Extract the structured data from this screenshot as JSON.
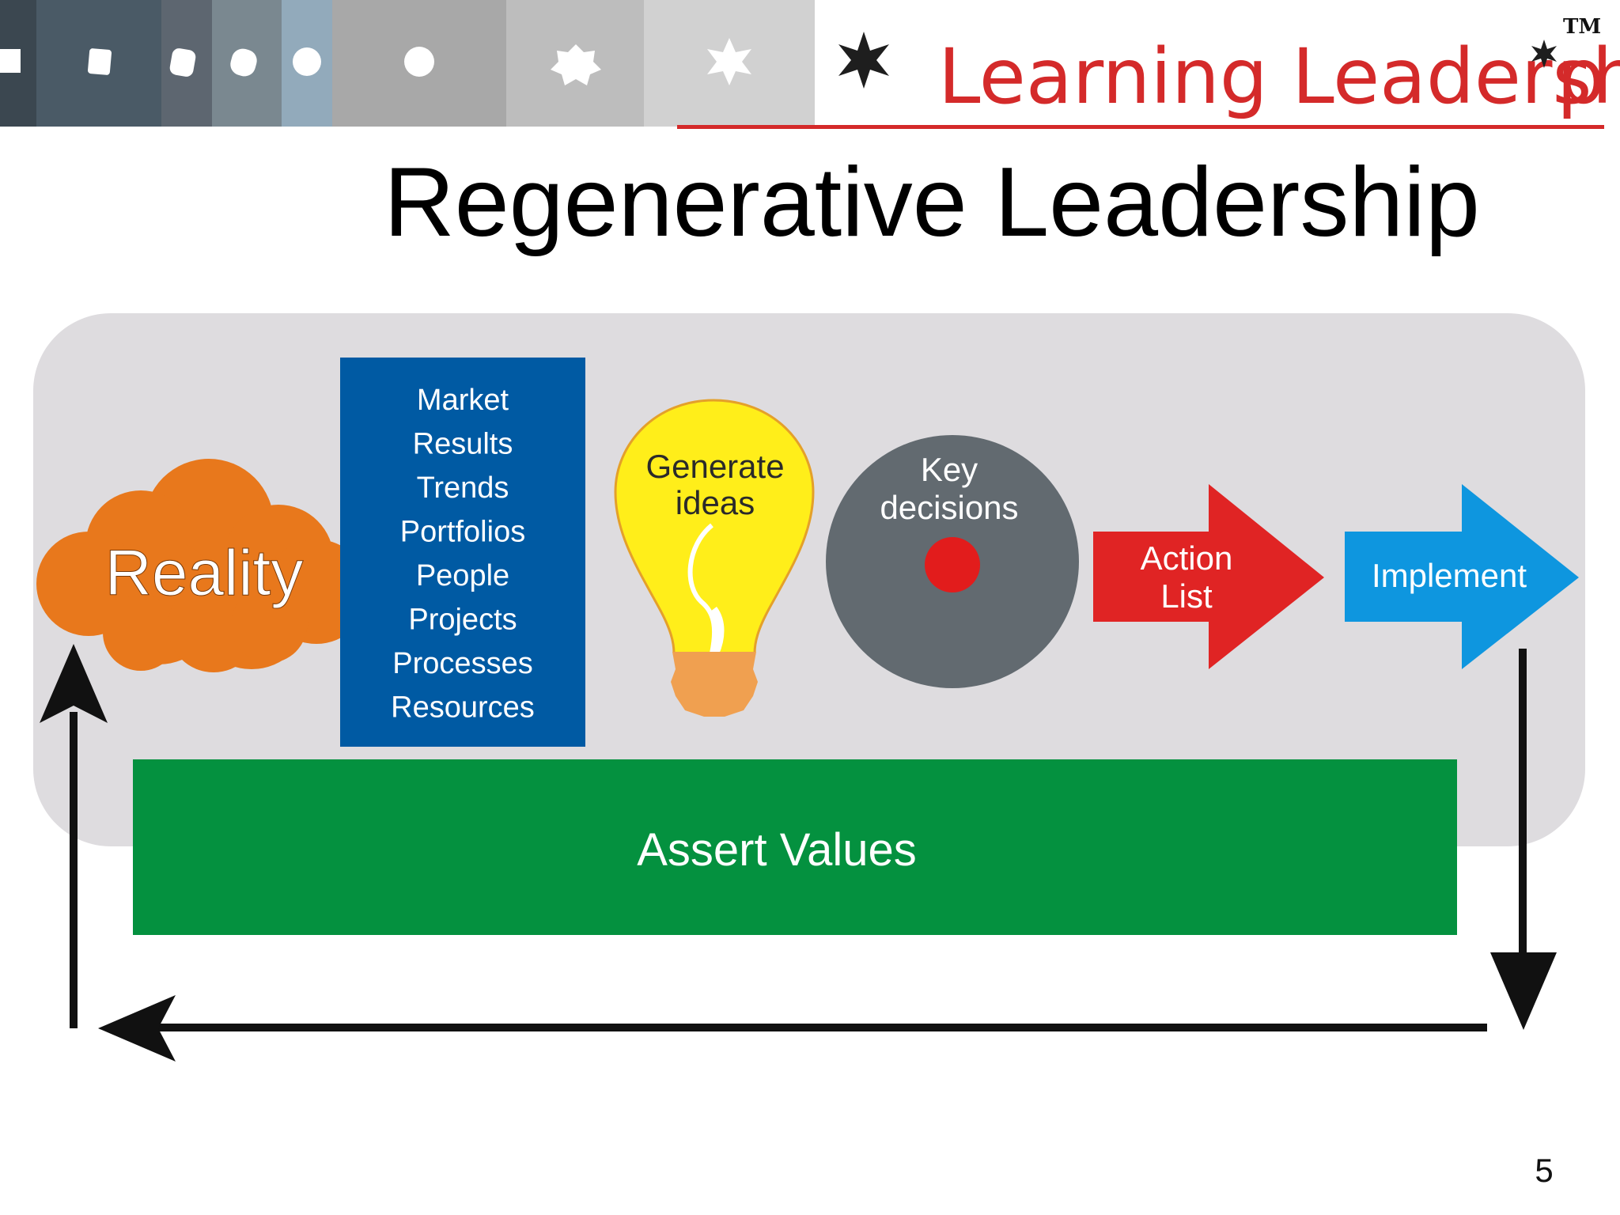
{
  "header": {
    "brand_text": "Learning Leadersh",
    "brand_tail": "p",
    "trademark": "TM",
    "brand_color": "#d42a2a",
    "strip_colors": [
      "#3b4750",
      "#4a5a66",
      "#5d6670",
      "#7a8890",
      "#92aabb",
      "#a8a8a8",
      "#bdbdbd",
      "#d1d1d1",
      "#e6e8e6"
    ]
  },
  "slide": {
    "title": "Regenerative Leadership",
    "page_number": "5"
  },
  "diagram": {
    "reality": {
      "label": "Reality",
      "color": "#e8781c"
    },
    "factors": {
      "items": [
        "Market",
        "Results",
        "Trends",
        "Portfolios",
        "People",
        "Projects",
        "Processes",
        "Resources"
      ],
      "color": "#005aa3"
    },
    "ideas": {
      "line1": "Generate",
      "line2": "ideas",
      "bulb_color": "#ffee1a",
      "base_color": "#f0a050"
    },
    "decisions": {
      "line1": "Key",
      "line2": "decisions",
      "disc_color": "#626a70",
      "dot_color": "#e21c1c"
    },
    "action": {
      "line1": "Action",
      "line2": "List",
      "color": "#e02424"
    },
    "implement": {
      "label": "Implement",
      "color": "#0e96df"
    },
    "values": {
      "label": "Assert Values",
      "color": "#04913f"
    },
    "panel_color": "#dedcdf"
  }
}
